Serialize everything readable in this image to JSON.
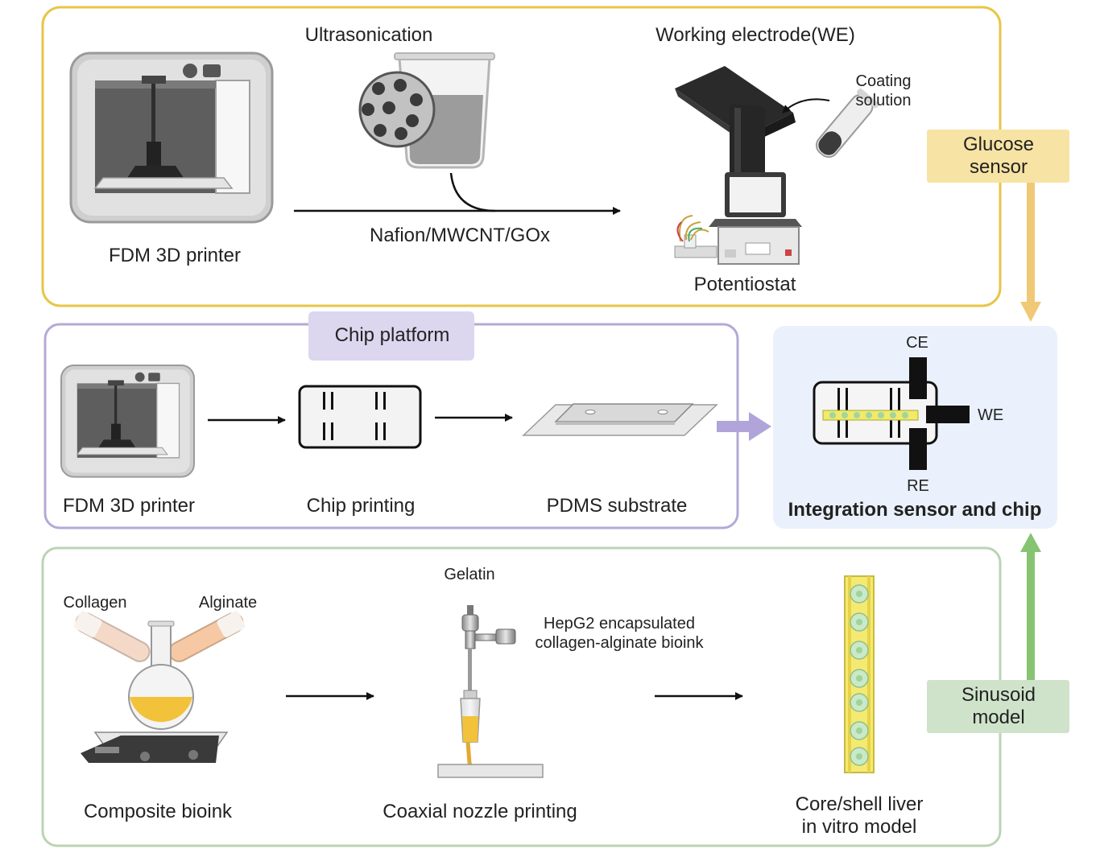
{
  "glucose_section": {
    "badge": "Glucose\nsensor",
    "printer_label": "FDM 3D printer",
    "ultrasonication_label": "Ultrasonication",
    "mix_label": "Nafion/MWCNT/GOx",
    "working_electrode_label": "Working electrode(WE)",
    "coating_label": "Coating\nsolution",
    "potentiostat_label": "Potentiostat"
  },
  "chip_section": {
    "badge": "Chip platform",
    "printer_label": "FDM 3D printer",
    "chip_printing_label": "Chip printing",
    "pdms_label": "PDMS substrate"
  },
  "integration": {
    "title": "Integration sensor and chip",
    "ce_label": "CE",
    "we_label": "WE",
    "re_label": "RE"
  },
  "sinusoid_section": {
    "badge": "Sinusoid\nmodel",
    "collagen_label": "Collagen",
    "alginate_label": "Alginate",
    "composite_label": "Composite bioink",
    "gelatin_label": "Gelatin",
    "hepg2_label": "HepG2 encapsulated\ncollagen-alginate bioink",
    "coaxial_label": "Coaxial nozzle printing",
    "core_shell_label": "Core/shell liver\nin vitro model"
  },
  "colors": {
    "glucose_border": "#E8C547",
    "glucose_badge": "#F7E3A3",
    "chip_border": "#B5A9D6",
    "chip_badge": "#DCD6EF",
    "sinusoid_border": "#BBD4B4",
    "sinusoid_badge": "#CFE3CB",
    "integration_bg": "#EAF1FC",
    "glucose_arrow": "#F0C977",
    "sinusoid_arrow": "#86C472",
    "chip_arrow": "#B1A4DA"
  }
}
